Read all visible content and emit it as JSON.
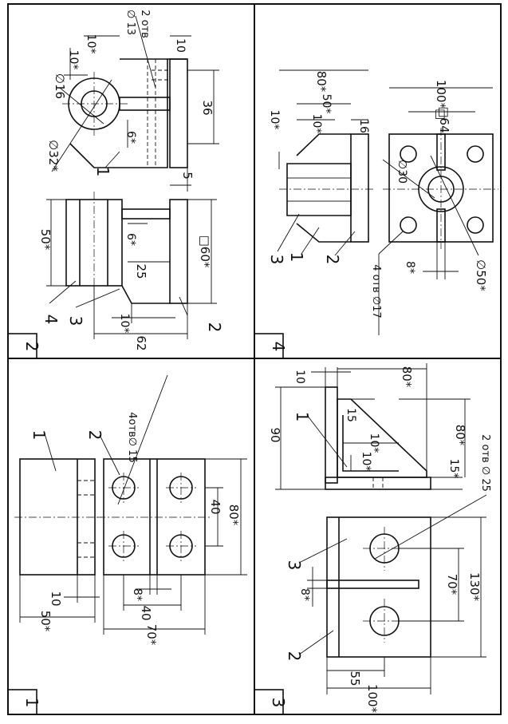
{
  "sheet": {
    "panels": [
      {
        "number": "1"
      },
      {
        "number": "2"
      },
      {
        "number": "3"
      },
      {
        "number": "4"
      }
    ]
  },
  "panel1": {
    "part_labels": [
      "1",
      "2"
    ],
    "dims": {
      "d70": "70*",
      "d40h": "40",
      "d8": "8*",
      "d50": "50*",
      "d10": "10",
      "d80": "80*",
      "d40v": "40",
      "holes": "4отв∅ 15"
    }
  },
  "panel2": {
    "part_labels": [
      "1",
      "2",
      "3",
      "4"
    ],
    "dims": {
      "d62": "62",
      "d10b": "10*",
      "d25": "25",
      "d6a": "6*",
      "d60": "□60*",
      "d50": "50*",
      "d5": "5",
      "d32": "∅32*",
      "d16": "∅16",
      "d6b": "6*",
      "d10a": "10*",
      "d10c": "10*",
      "d10d": "10",
      "d13": "∅ 13",
      "d13n": "2 отв",
      "d36": "36"
    }
  },
  "panel3": {
    "part_labels": [
      "1",
      "2",
      "3"
    ],
    "dims": {
      "d100": "100*",
      "d55": "55",
      "d8": "8*",
      "d130": "130*",
      "d70": "70*",
      "d25": "2 отв ∅ 25",
      "d90": "90",
      "d10top": "10",
      "d80top": "80*",
      "d15a": "15",
      "d10mid": "10*",
      "d10b": "10*",
      "d15b": "15*",
      "d80r": "80*"
    }
  },
  "panel4": {
    "part_labels": [
      "1",
      "2",
      "3"
    ],
    "dims": {
      "d80": "80*",
      "d50": "50*",
      "d10a": "10*",
      "d16": "16",
      "d10b": "10*",
      "d100": "100*□",
      "d64": "□64",
      "d30": "∅30",
      "d50c": "∅50*",
      "d8": "8*",
      "d17": "4 отв ∅17"
    }
  }
}
